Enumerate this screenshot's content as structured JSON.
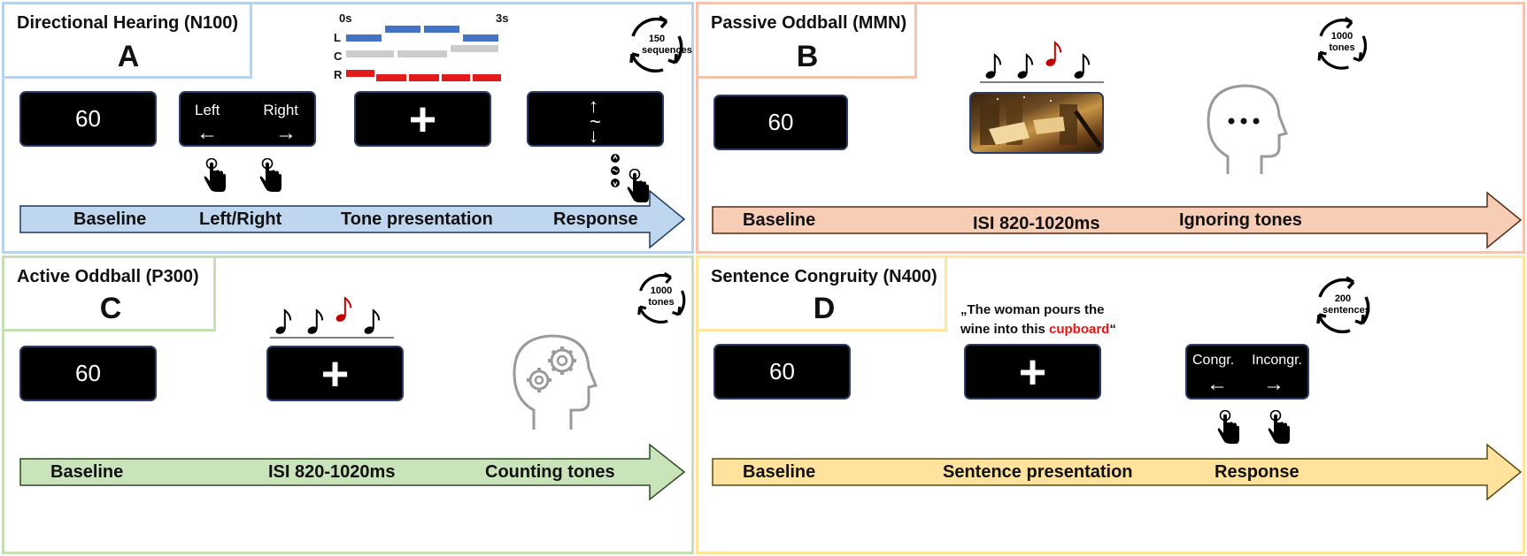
{
  "panels": {
    "a": {
      "title": "Directional Hearing (N100)",
      "letter": "A",
      "cycle": "150 sequences",
      "sequence": {
        "start": "0s",
        "end": "3s",
        "rows": [
          "L",
          "C",
          "R"
        ]
      },
      "screens": {
        "baseline_value": "60",
        "left_label": "Left",
        "right_label": "Right"
      },
      "arrow": {
        "labels": [
          "Baseline",
          "Left/Right",
          "Tone presentation",
          "Response"
        ]
      }
    },
    "b": {
      "title": "Passive Oddball (MMN)",
      "letter": "B",
      "cycle": "1000 tones",
      "screens": {
        "baseline_value": "60"
      },
      "arrow": {
        "labels": [
          "Baseline",
          "ISI 820-1020ms",
          "Ignoring tones"
        ]
      }
    },
    "c": {
      "title": "Active Oddball (P300)",
      "letter": "C",
      "cycle": "1000 tones",
      "screens": {
        "baseline_value": "60"
      },
      "arrow": {
        "labels": [
          "Baseline",
          "ISI 820-1020ms",
          "Counting tones"
        ]
      }
    },
    "d": {
      "title": "Sentence Congruity (N400)",
      "letter": "D",
      "cycle": "200 sentences",
      "sentence": {
        "open": "„The woman pours the",
        "line2_start": "wine into this ",
        "highlight": "cupboard",
        "close": "“"
      },
      "screens": {
        "baseline_value": "60",
        "left_label": "Congr.",
        "right_label": "Incongr."
      },
      "arrow": {
        "labels": [
          "Baseline",
          "Sentence presentation",
          "Response"
        ]
      }
    }
  },
  "colors": {
    "a_border": "#b9d3ec",
    "a_arrow": "#bed6ee",
    "b_border": "#f4c3ad",
    "b_arrow": "#f7cdb6",
    "c_border": "#c5e0b4",
    "c_arrow": "#c9e3bb",
    "d_border": "#ffe49a",
    "d_arrow": "#ffe39c",
    "seq_blue": "#4472c4",
    "seq_gray": "#cccccc",
    "seq_red": "#e31a1c",
    "note_red": "#c00000"
  }
}
